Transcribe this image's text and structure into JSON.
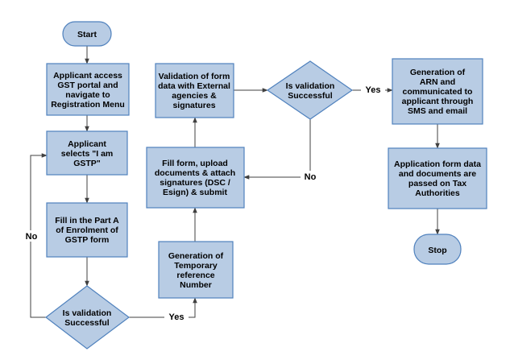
{
  "nodes": {
    "start": [
      "Start"
    ],
    "access": [
      "Applicant access",
      "GST portal and",
      "navigate to",
      "Registration Menu"
    ],
    "selects": [
      "Applicant",
      "selects \"I am",
      "GSTP\""
    ],
    "fill_part_a": [
      "Fill in the Part A",
      "of Enrolment of",
      "GSTP form"
    ],
    "validation1": [
      "Is validation",
      "Successful"
    ],
    "trn": [
      "Generation of",
      "Temporary",
      "reference",
      "Number"
    ],
    "fill_upload": [
      "Fill form, upload",
      "documents & attach",
      "signatures (DSC /",
      "Esign) & submit"
    ],
    "validation_ext": [
      "Validation of form",
      "data with External",
      "agencies &",
      "signatures"
    ],
    "validation2": [
      "Is validation",
      "Successful"
    ],
    "arn": [
      "Generation of",
      "ARN and",
      "communicated to",
      "applicant through",
      "SMS and email"
    ],
    "passed": [
      "Application form data",
      "and documents are",
      "passed on Tax",
      "Authorities"
    ],
    "stop": [
      "Stop"
    ]
  },
  "edge_labels": {
    "no_left": "No",
    "yes_bottom": "Yes",
    "no_mid": "No",
    "yes_top": "Yes"
  },
  "colors": {
    "fill": "#b8cce4",
    "stroke": "#4f81bd",
    "connector": "#404040"
  }
}
